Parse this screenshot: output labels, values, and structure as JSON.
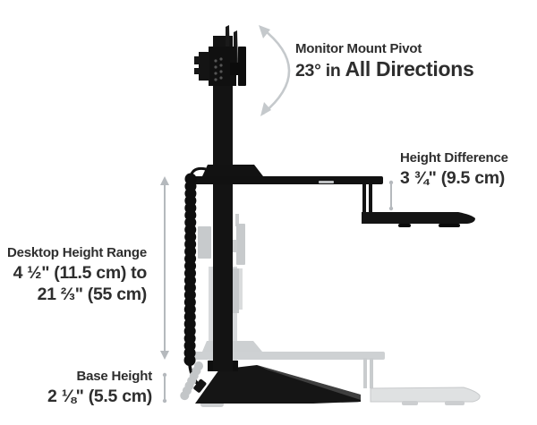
{
  "diagram": {
    "subject": "standing desk converter side-view spec diagram",
    "annotations": {
      "pivot": {
        "title": "Monitor Mount Pivot",
        "value_prefix": "23° in",
        "value_emphasis": "All Directions"
      },
      "height_difference": {
        "title": "Height Difference",
        "value": "3 ¾\" (9.5 cm)"
      },
      "desktop_height_range": {
        "title": "Desktop Height Range",
        "value_line1": "4 ½\" (11.5 cm) to",
        "value_line2": "21 ⅔\" (55 cm)"
      },
      "base_height": {
        "title": "Base Height",
        "value": "2 ⅛\" (5.5 cm)"
      }
    },
    "colors": {
      "background": "#ffffff",
      "text": "#2e2e2e",
      "product_black": "#131313",
      "ghost_gray": "#d2d4d6",
      "measure_arrow": "#b5b9bd",
      "pivot_arc": "#c5c9cc"
    }
  }
}
